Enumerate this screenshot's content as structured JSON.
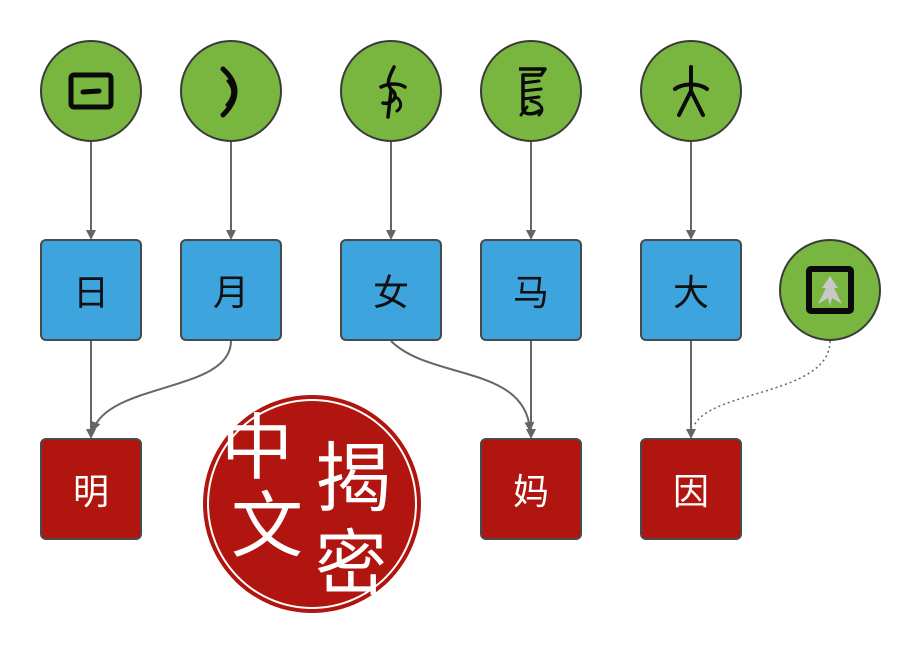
{
  "colors": {
    "ancient_glyph": "#79b63f",
    "modern_component": "#3ea4de",
    "compound_character": "#b01510",
    "seal": "#b01510",
    "edge": "#666666"
  },
  "glyphs": [
    {
      "id": "sun-glyph",
      "icon": "oracle-bone-sun-icon"
    },
    {
      "id": "moon-glyph",
      "icon": "oracle-bone-moon-icon"
    },
    {
      "id": "woman-glyph",
      "icon": "oracle-bone-woman-icon"
    },
    {
      "id": "horse-glyph",
      "icon": "oracle-bone-horse-icon"
    },
    {
      "id": "big-glyph",
      "icon": "oracle-bone-big-icon"
    },
    {
      "id": "enclosure-glyph",
      "icon": "oracle-bone-enclosure-icon"
    }
  ],
  "components": {
    "sun": "日",
    "moon": "月",
    "woman": "女",
    "horse": "马",
    "big": "大"
  },
  "compounds": {
    "bright": "明",
    "mother": "妈",
    "cause": "因"
  },
  "seal": {
    "lines": [
      "中",
      "揭",
      "文",
      "密"
    ]
  }
}
